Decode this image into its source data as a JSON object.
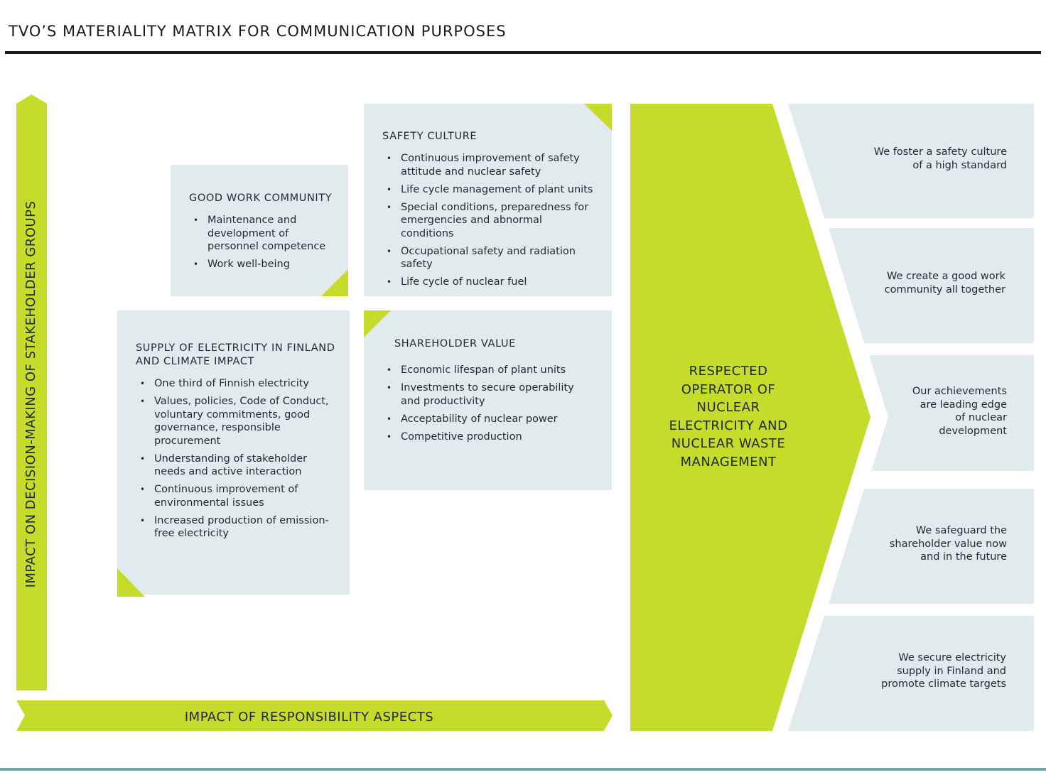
{
  "title": "TVO’S MATERIALITY MATRIX FOR COMMUNICATION PURPOSES",
  "axes": {
    "vertical_label": "IMPACT ON DECISION-MAKING OF STAKEHOLDER GROUPS",
    "horizontal_label": "IMPACT OF RESPONSIBILITY ASPECTS"
  },
  "colors": {
    "accent_green": "#c5dc2a",
    "box_fill": "#e1ebee",
    "rule_dark": "#1a1a1a",
    "rule_teal": "#6fa9ad"
  },
  "boxes": {
    "good_work_community": {
      "heading": "GOOD WORK COMMUNITY",
      "items": [
        "Maintenance and development of personnel competence",
        "Work well-being"
      ]
    },
    "safety_culture": {
      "heading": "SAFETY CULTURE",
      "items": [
        "Continuous improvement of safety attitude and nuclear safety",
        "Life cycle management of plant units",
        "Special conditions, preparedness for emergencies and abnormal conditions",
        "Occupational safety and radiation safety",
        "Life cycle of nuclear fuel"
      ]
    },
    "supply": {
      "heading": "SUPPLY OF ELECTRICITY IN FINLAND AND CLIMATE IMPACT",
      "items": [
        "One third of Finnish electricity",
        "Values, policies, Code of Conduct, voluntary commitments, good governance, responsible procurement",
        "Understanding of stakeholder needs and active interaction",
        "Continuous improvement of environmental issues",
        "Increased production of emission-free electricity"
      ]
    },
    "shareholder_value": {
      "heading": "SHAREHOLDER VALUE",
      "items": [
        "Economic lifespan of plant units",
        "Investments to secure operability and productivity",
        "Acceptability of nuclear power",
        "Competitive production"
      ]
    }
  },
  "center": {
    "text": "RESPECTED OPERATOR OF NUCLEAR ELECTRICITY AND NUCLEAR WASTE MANAGEMENT"
  },
  "values": [
    "We foster a safety culture of a high standard",
    "We create a good work community all together",
    "Our achievements are leading edge of nuclear development",
    "We safeguard the shareholder value now and in the future",
    "We secure electricity supply in Finland and promote climate targets"
  ]
}
